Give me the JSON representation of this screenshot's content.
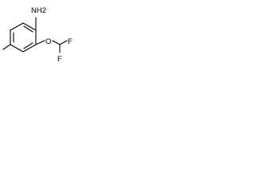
{
  "molecule": {
    "atoms": {
      "amine": "NH2",
      "ether_oxygen": "O",
      "fluorine_top": "F",
      "fluorine_bottom": "F"
    },
    "methyl_substituent": "methyl"
  }
}
